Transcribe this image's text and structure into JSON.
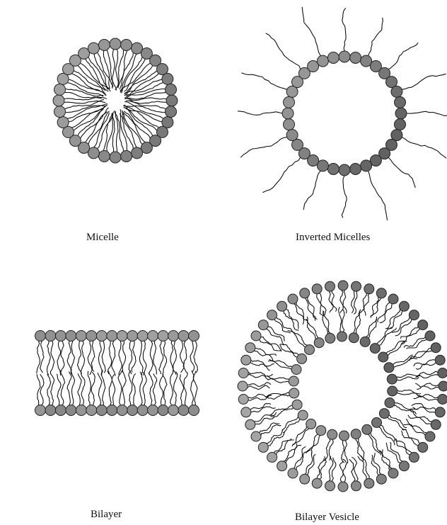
{
  "diagram": {
    "panels": [
      {
        "id": "micelle",
        "label": "Micelle"
      },
      {
        "id": "inverted",
        "label": "Inverted Micelles"
      },
      {
        "id": "bilayer",
        "label": "Bilayer"
      },
      {
        "id": "vesicle",
        "label": "Bilayer Vesicle"
      }
    ],
    "colors": {
      "head_light": "#b8b8b8",
      "head_dark": "#5c5c5c",
      "head_outline": "#222222",
      "tail": "#111111"
    }
  }
}
